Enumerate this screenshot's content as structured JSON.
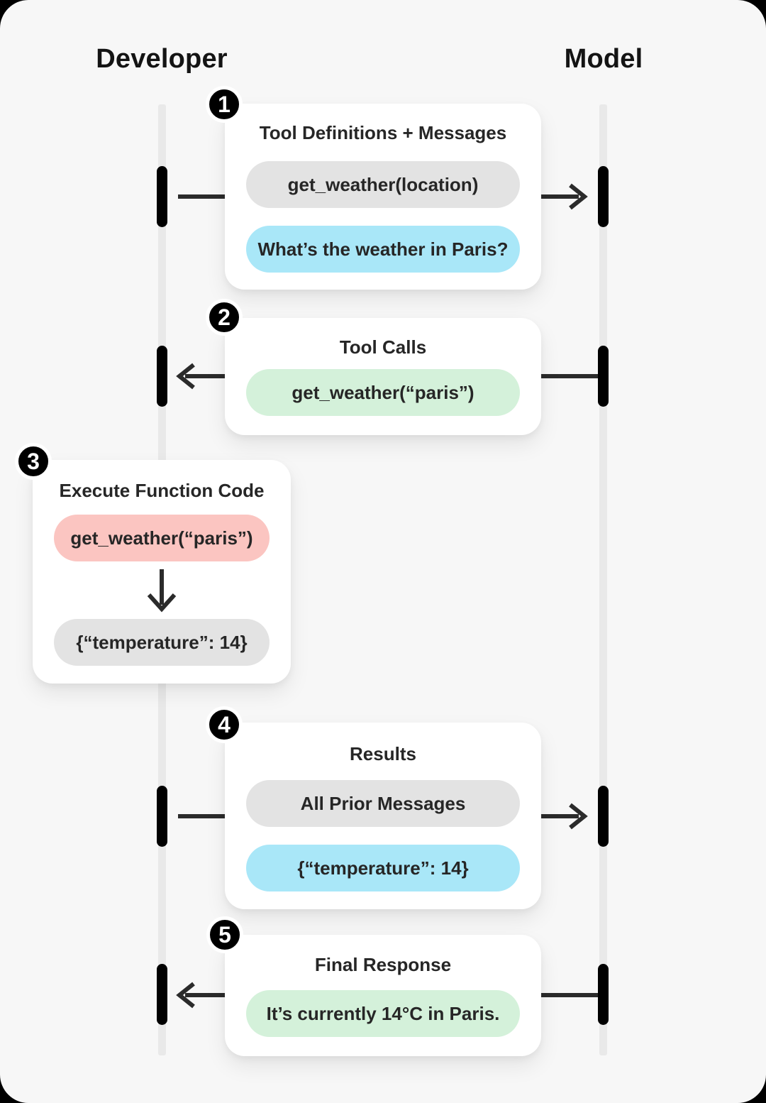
{
  "diagram_title": "Function calling sequence between Developer and Model",
  "colors": {
    "canvas_background": "#f7f7f7",
    "outer_background": "#000000",
    "card_background": "#ffffff",
    "text": "#262626",
    "arrow": "#2b2b2b",
    "lifeline": "#e9e9e9",
    "activation_bar": "#000000",
    "badge_background": "#000000",
    "badge_ring": "#ffffff",
    "gray": "#e3e3e3",
    "blue": "#a9e7f8",
    "green": "#d4f1da",
    "red": "#fbc5c1"
  },
  "actors": [
    {
      "id": "developer",
      "label": "Developer"
    },
    {
      "id": "model",
      "label": "Model"
    }
  ],
  "steps": [
    {
      "number": "1",
      "title": "Tool Definitions + Messages",
      "direction": "developer-to-model",
      "pills": [
        {
          "text": "get_weather(location)",
          "color": "gray"
        },
        {
          "text": "What’s the weather in Paris?",
          "color": "blue"
        }
      ]
    },
    {
      "number": "2",
      "title": "Tool Calls",
      "direction": "model-to-developer",
      "pills": [
        {
          "text": "get_weather(“paris”)",
          "color": "green"
        }
      ]
    },
    {
      "number": "3",
      "title": "Execute Function Code",
      "direction": "developer-local",
      "pills": [
        {
          "text": "get_weather(“paris”)",
          "color": "red"
        },
        {
          "text": "{“temperature”: 14}",
          "color": "gray"
        }
      ]
    },
    {
      "number": "4",
      "title": "Results",
      "direction": "developer-to-model",
      "pills": [
        {
          "text": "All Prior Messages",
          "color": "gray"
        },
        {
          "text": "{“temperature”: 14}",
          "color": "blue"
        }
      ]
    },
    {
      "number": "5",
      "title": "Final Response",
      "direction": "model-to-developer",
      "pills": [
        {
          "text": "It’s currently 14°C in Paris.",
          "color": "green"
        }
      ]
    }
  ]
}
